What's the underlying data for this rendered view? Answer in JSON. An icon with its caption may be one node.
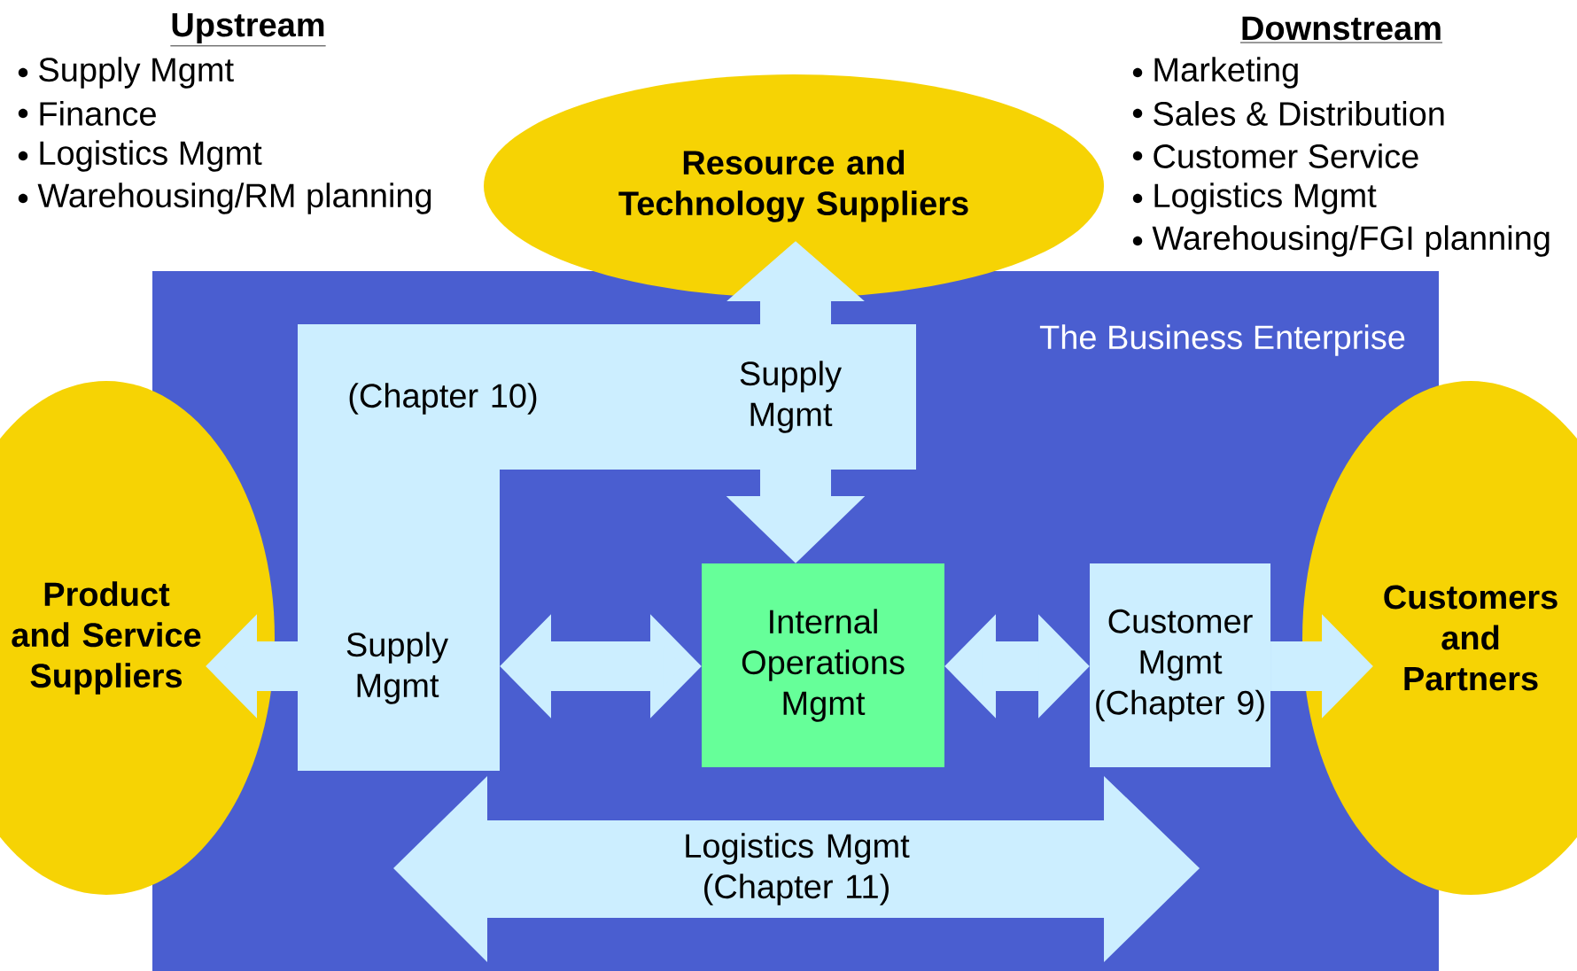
{
  "diagram": {
    "nodes": [
      {
        "text": [
          "Resource and Technology Suppliers"
        ]
      },
      {
        "text": [
          "The Business Enterprise"
        ]
      },
      {
        "text": [
          "(Chapter 10)",
          "Supply Mgmt",
          "Supply Mgmt"
        ],
        "in": 1
      },
      {
        "text": [
          "Product and Service Suppliers"
        ]
      },
      {
        "text": [
          "Internal Operations Mgmt"
        ],
        "in": 1
      },
      {
        "text": [
          "Customer Mgmt (Chapter 9)"
        ],
        "in": 1
      },
      {
        "text": [
          "Customers and Partners"
        ]
      },
      {
        "text": [
          "Logistics Mgmt (Chapter 11)"
        ],
        "in": 1
      }
    ],
    "edges": [
      {
        "from": 2,
        "to": 0,
        "arrow": "to"
      },
      {
        "from": 2,
        "to": 4,
        "arrow": "to"
      },
      {
        "from": 2,
        "to": 3,
        "arrow": "to"
      },
      {
        "from": 2,
        "to": 4,
        "arrow": "both"
      },
      {
        "from": 4,
        "to": 5,
        "arrow": "both"
      },
      {
        "from": 5,
        "to": 6,
        "arrow": "to"
      }
    ],
    "labels": [
      "Upstream",
      "Supply Mgmt",
      "Finance",
      "Logistics Mgmt",
      "Warehousing/RM planning",
      "Downstream",
      "Marketing",
      "Sales & Distribution",
      "Customer Service",
      "Logistics Mgmt",
      "Warehousing/FGI planning"
    ]
  }
}
